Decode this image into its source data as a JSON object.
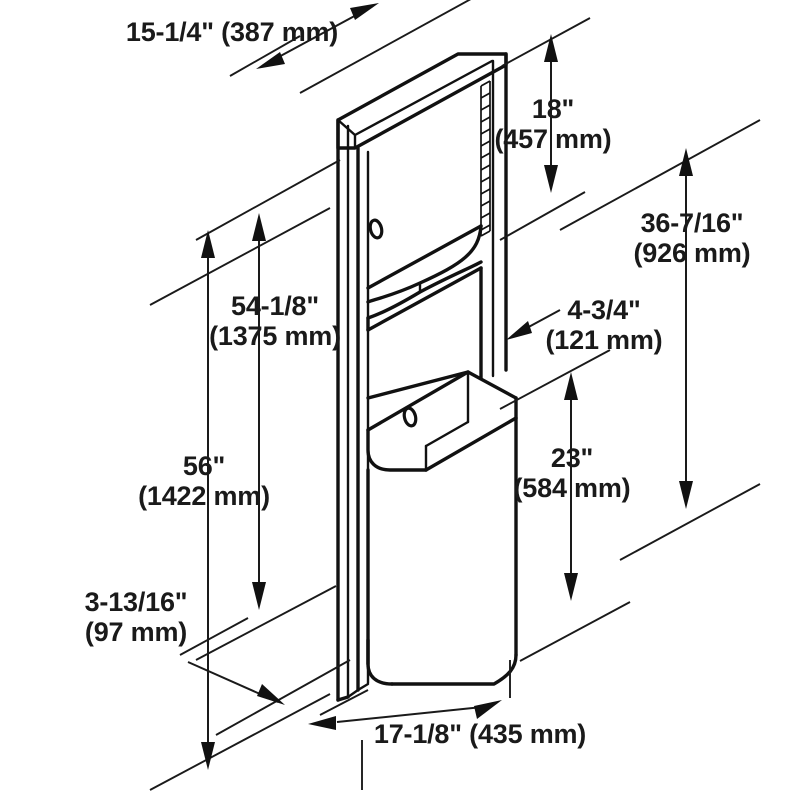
{
  "drawing": {
    "title": "Recessed paper towel dispenser and waste receptacle dimensional drawing",
    "type": "isometric-technical-drawing",
    "line_color": "#111111",
    "text_color": "#1a1a1a",
    "background": "#ffffff"
  },
  "dimensions": {
    "depth_top": {
      "imperial": "15-1/4\" (387 mm)",
      "line1": "15-1/4\" (387 mm)",
      "line2": ""
    },
    "door_panel_height": {
      "line1": "18\"",
      "line2": "(457 mm)"
    },
    "overall_diagonal": {
      "line1": "36-7/16\"",
      "line2": "(926 mm)"
    },
    "mount_height": {
      "line1": "54-1/8\"",
      "line2": "(1375 mm)"
    },
    "receptacle_depth": {
      "line1": "4-3/4\"",
      "line2": "(121 mm)"
    },
    "overall_height": {
      "line1": "56\"",
      "line2": "(1422 mm)"
    },
    "bin_height": {
      "line1": "23\"",
      "line2": "(584 mm)"
    },
    "toe_clearance": {
      "line1": "3-13/16\"",
      "line2": "(97 mm)"
    },
    "width_bottom": {
      "imperial": "17-1/8\" (435 mm)",
      "line1": "17-1/8\" (435 mm)",
      "line2": ""
    }
  }
}
